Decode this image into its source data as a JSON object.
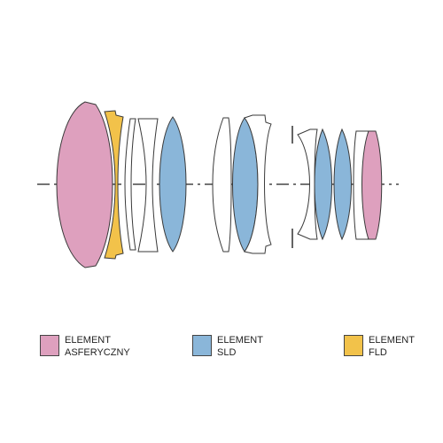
{
  "colors": {
    "aspherical": "#dea0be",
    "sld": "#8ab6d9",
    "fld": "#f2c24a",
    "plain": "#ffffff",
    "stroke": "#3a3a3a",
    "axis": "#222222"
  },
  "legend": [
    {
      "id": "aspherical",
      "line1": "ELEMENT",
      "line2": "ASFERYCZNY",
      "color": "#dea0be"
    },
    {
      "id": "sld",
      "line1": "ELEMENT",
      "line2": "SLD",
      "color": "#8ab6d9"
    },
    {
      "id": "fld",
      "line1": "ELEMENT",
      "line2": "FLD",
      "color": "#f2c24a"
    }
  ]
}
